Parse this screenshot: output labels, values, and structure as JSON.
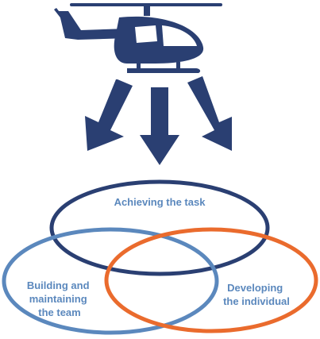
{
  "colors": {
    "navy": "#2a3f72",
    "mid_blue": "#5b88bd",
    "orange": "#ea6b2d",
    "white": "#ffffff"
  },
  "icons": {
    "helicopter": "helicopter-icon",
    "arrows": [
      "arrow-down-left-icon",
      "arrow-down-icon",
      "arrow-down-right-icon"
    ]
  },
  "circles": {
    "task": {
      "lines": [
        "Achieving the task"
      ],
      "color": "#2a3f72",
      "text_color": "#5b88bd"
    },
    "team": {
      "lines": [
        "Building and",
        "maintaining",
        "the team"
      ],
      "color": "#5b88bd",
      "text_color": "#5b88bd"
    },
    "individual": {
      "lines": [
        "Developing",
        "the individual"
      ],
      "color": "#ea6b2d",
      "text_color": "#5b88bd"
    }
  }
}
